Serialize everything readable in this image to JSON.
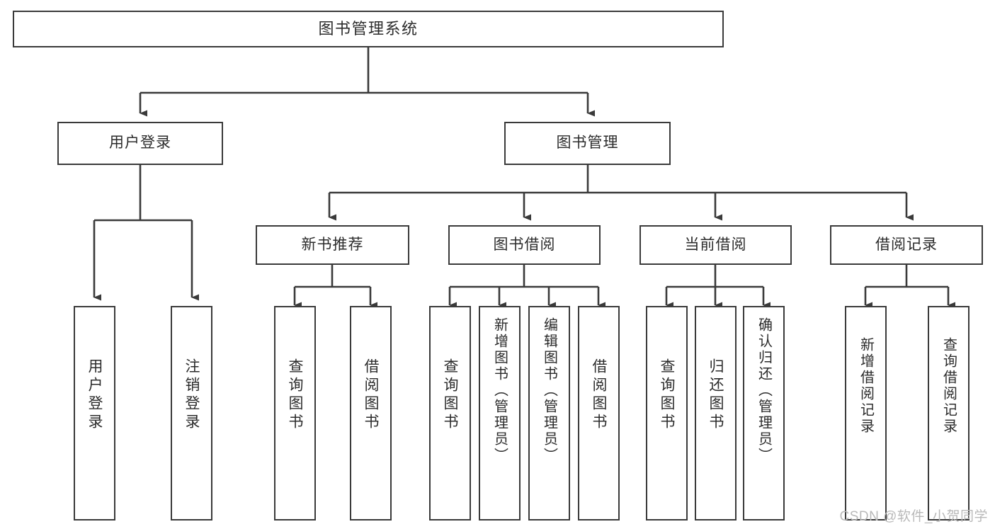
{
  "diagram": {
    "title": "图书管理系统",
    "type": "hierarchy-tree",
    "colors": {
      "box_border": "#3a3a3a",
      "box_fill": "#ffffff",
      "edge": "#3a3a3a",
      "text": "#2b2b2b",
      "watermark": "#b9b9b9",
      "background": "#ffffff"
    },
    "root": {
      "label": "图书管理系统"
    },
    "level1": [
      {
        "label": "用户登录"
      },
      {
        "label": "图书管理"
      }
    ],
    "level2": [
      {
        "label": "新书推荐"
      },
      {
        "label": "图书借阅"
      },
      {
        "label": "当前借阅"
      },
      {
        "label": "借阅记录"
      }
    ],
    "leaves": {
      "user_login": [
        {
          "label": "用户登录"
        },
        {
          "label": "注销登录"
        }
      ],
      "new_book_recommend": [
        {
          "label": "查询图书"
        },
        {
          "label": "借阅图书"
        }
      ],
      "book_borrow": [
        {
          "label": "查询图书"
        },
        {
          "label": "新增图书（管理员）"
        },
        {
          "label": "编辑图书（管理员）"
        },
        {
          "label": "借阅图书"
        }
      ],
      "current_borrow": [
        {
          "label": "查询图书"
        },
        {
          "label": "归还图书"
        },
        {
          "label": "确认归还（管理员）"
        }
      ],
      "borrow_record": [
        {
          "label": "新增借阅记录"
        },
        {
          "label": "查询借阅记录"
        }
      ]
    },
    "watermark": "CSDN @软件_小贺同学"
  }
}
